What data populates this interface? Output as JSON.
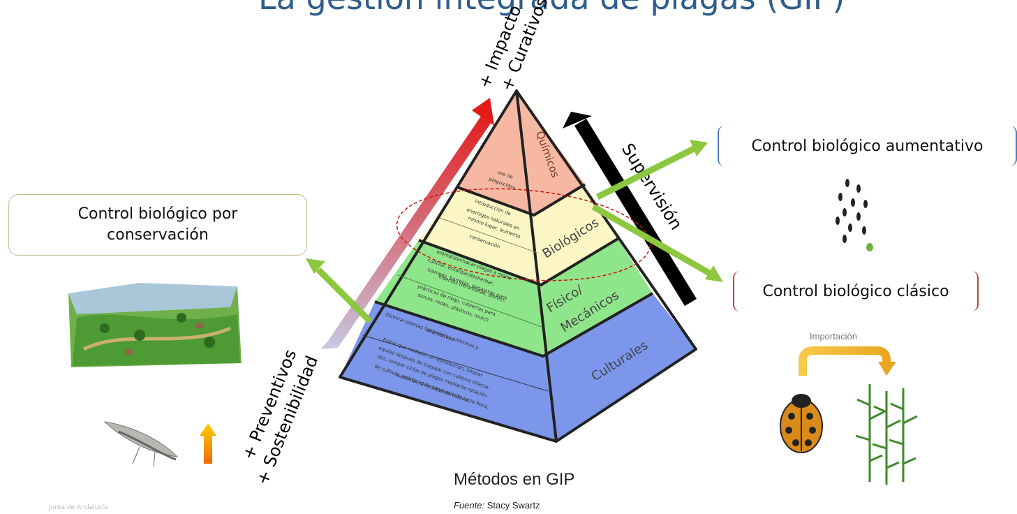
{
  "title": "La gestión integrada de plagas (GIP)",
  "boxes": {
    "conservacion_line1": "Control biológico por",
    "conservacion_line2": "conservación",
    "aumentativo": "Control biológico aumentativo",
    "clasico": "Control biológico clásico"
  },
  "axis_labels": {
    "impacto": "+ Impacto",
    "curativos": "+ Curativos",
    "preventivos": "+ Preventivos",
    "sostenibilidad": "+ Sostenibilidad",
    "supervision": "Supervisión"
  },
  "pyramid": {
    "layers": {
      "quimicos": "Químicos",
      "biologicos": "Biológicos",
      "fisico": "Físico/",
      "mecanicos": "Mecánicos",
      "culturales": "Culturales"
    },
    "descriptions": {
      "quimicos_1": "uso de",
      "quimicos_2": "plaguicidas",
      "bio_1": "introducción de",
      "bio_2": "enemigos naturales en",
      "bio_3": "mismo lugar, aumento",
      "bio_4": "conservación",
      "fis_1": "aromatizar/sacar plagas a mano",
      "fis_2": "cultivar, escardar/desherbar,",
      "fis_3": "trampas, barreras, pegajosas para",
      "fis_4": "insectos (feromonas, olores),",
      "fis_5": "prácticas de riego, cubiertas para",
      "fis_6": "surcos, redes, plásticos, mulch",
      "cul_1": "Eliminar plantas hospederas enfermas y",
      "cul_2": "alternativas",
      "cul_3": "Evitar que malezas se reproduzcan, limpiar",
      "cul_4": "equipo después de trabajar con cultivos infecta-",
      "cul_5": "dos, romper ciclos de plagas mediante rotación",
      "cul_6": "de cultivos, prácticas de saneamiento en la finca,",
      "cul_7": "aumentar diversidad de cultivos"
    }
  },
  "importacion_label": "Importación",
  "caption": "Métodos en GIP",
  "source_label": "Fuente:",
  "source_author": " Stacy Swartz",
  "watermark": "Junta de Andalucía",
  "icons": [
    "insect-swarm-icon",
    "ladybug-icon",
    "corn-plant-icon",
    "landscape-icon",
    "lacewing-icon",
    "up-arrow-icon",
    "curved-arrow-icon"
  ],
  "colors": {
    "title": "#2f5d8a",
    "quimicos": "#f6b8a2",
    "biologicos": "#fbf6c4",
    "fisico": "#8fe58a",
    "culturales": "#7b96ea",
    "green_arrow": "#8dc63f",
    "red_arrow": "#e02020"
  }
}
